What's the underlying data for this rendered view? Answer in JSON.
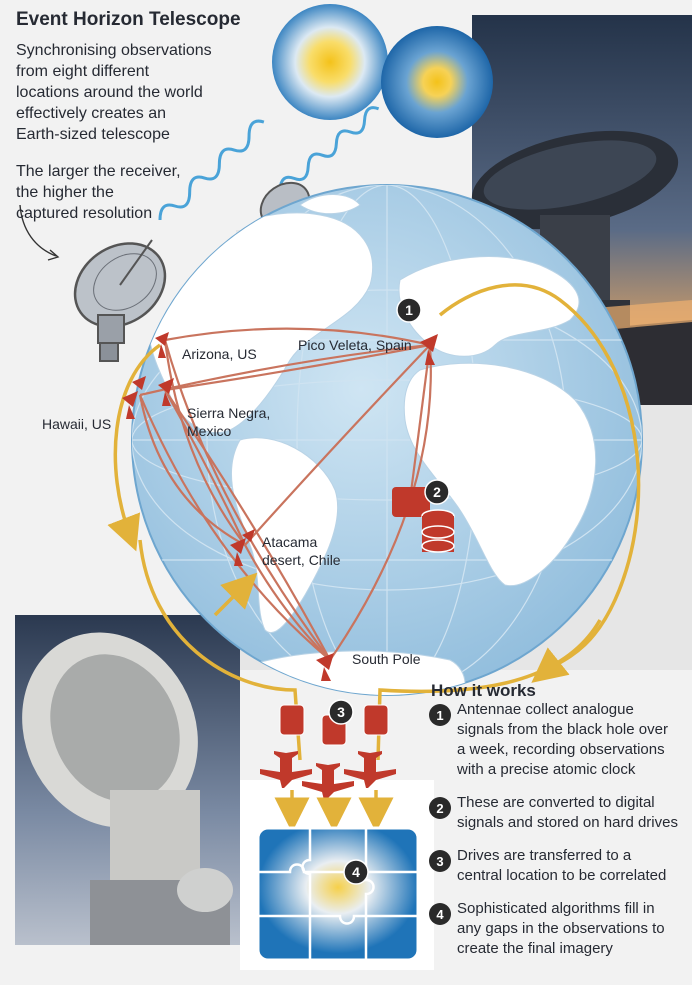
{
  "title": "Event Horizon Telescope",
  "intro": {
    "line1": "Synchronising observations",
    "line2": "from eight different",
    "line3": "locations around the world",
    "line4": "effectively creates an",
    "line5": "Earth-sized telescope"
  },
  "receiver_note": {
    "line1": "The larger the receiver,",
    "line2": "the higher the",
    "line3": "captured resolution"
  },
  "locations": {
    "arizona": "Arizona, US",
    "pico_veleta": "Pico Veleta, Spain",
    "hawaii": "Hawaii, US",
    "sierra_negra_1": "Sierra Negra,",
    "sierra_negra_2": "Mexico",
    "atacama_1": "Atacama",
    "atacama_2": "desert, Chile",
    "south_pole": "South Pole"
  },
  "how_it_works": {
    "title": "How it works",
    "steps": [
      {
        "num": "1",
        "line1": "Antennae collect analogue",
        "line2": "signals from the black hole over",
        "line3": "a week, recording observations",
        "line4": "with a precise atomic clock"
      },
      {
        "num": "2",
        "line1": "These are converted to digital",
        "line2": "signals and stored on hard drives"
      },
      {
        "num": "3",
        "line1": "Drives are transferred to a",
        "line2": "central location to be correlated"
      },
      {
        "num": "4",
        "line1": "Sophisticated algorithms fill in",
        "line2": "any gaps in the observations to",
        "line3": "create the final imagery"
      }
    ]
  },
  "diagram_markers": {
    "m1": "1",
    "m2": "2",
    "m3": "3",
    "m4": "4"
  },
  "colors": {
    "ocean": "#a8cde6",
    "land": "#ffffff",
    "link": "#c9745e",
    "flow": "#e2b23a",
    "dish": "#c0392b",
    "text": "#262a33"
  }
}
